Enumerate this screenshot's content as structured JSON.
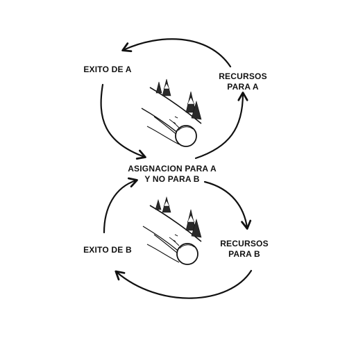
{
  "diagram": {
    "nodes": {
      "exito_a": "EXITO DE A",
      "recursos_a": {
        "line1": "RECURSOS",
        "line2": "PARA A"
      },
      "asignacion": {
        "line1": "ASIGNACION PARA A",
        "line2": "Y NO PARA B"
      },
      "recursos_b": {
        "line1": "RECURSOS",
        "line2": "PARA B"
      },
      "exito_b": "EXITO DE B"
    },
    "icons": {
      "top": "snowball-rolling-downhill-icon",
      "bottom": "snowball-rolling-downhill-icon"
    },
    "colors": {
      "ink": "#111111",
      "tree": "#2a2a2a",
      "background": "#ffffff"
    }
  }
}
